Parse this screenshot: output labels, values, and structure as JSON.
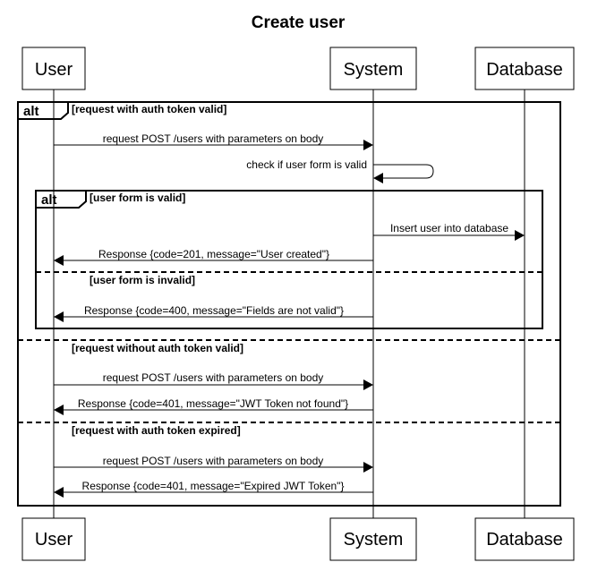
{
  "diagram": {
    "title": "Create user",
    "participants": [
      {
        "id": "user",
        "label": "User"
      },
      {
        "id": "system",
        "label": "System"
      },
      {
        "id": "database",
        "label": "Database"
      }
    ],
    "outer_alt": {
      "tag": "alt",
      "conditions": [
        "[request with auth token valid]",
        "[request without auth token valid]",
        "[request with auth token expired]"
      ]
    },
    "inner_alt": {
      "tag": "alt",
      "conditions": [
        "[user form is valid]",
        "[user form is invalid]"
      ]
    },
    "messages": [
      {
        "text": "request POST /users with parameters on body"
      },
      {
        "text": "check if user form is valid"
      },
      {
        "text": "Insert user into database"
      },
      {
        "text": "Response {code=201, message=\"User created\"}"
      },
      {
        "text": "Response {code=400, message=\"Fields are not valid\"}"
      },
      {
        "text": "request POST /users with parameters on body"
      },
      {
        "text": "Response {code=401, message=\"JWT Token not found\"}"
      },
      {
        "text": "request POST /users with parameters on body"
      },
      {
        "text": "Response {code=401, message=\"Expired JWT Token\"}"
      }
    ]
  }
}
